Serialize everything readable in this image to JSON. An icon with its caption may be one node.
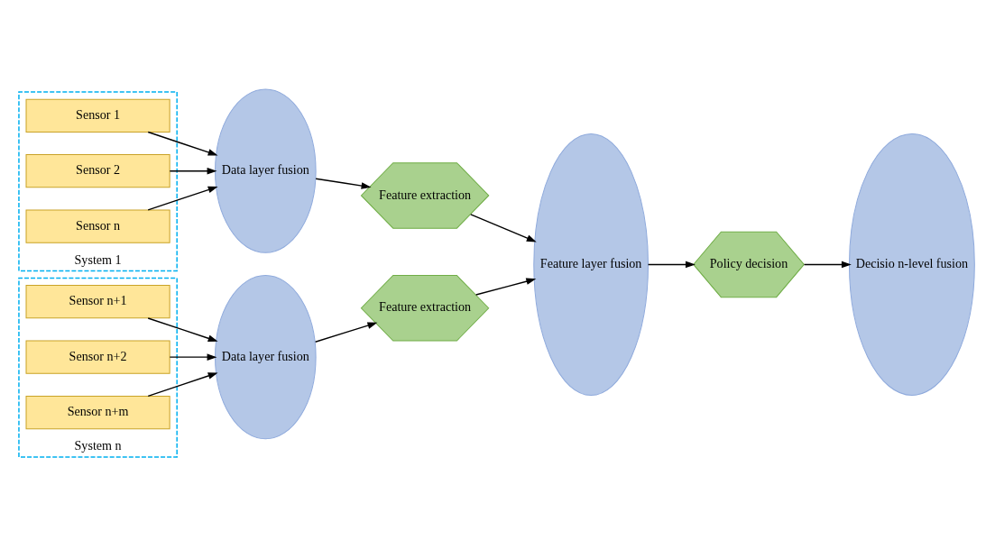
{
  "diagram": {
    "nodes": [
      {
        "text": [
          "System 1"
        ]
      },
      {
        "text": [
          "Sensor 1"
        ],
        "in": 0
      },
      {
        "text": [
          "Sensor 2"
        ],
        "in": 0
      },
      {
        "text": [
          "Sensor n"
        ],
        "in": 0
      },
      {
        "text": [
          "System n"
        ]
      },
      {
        "text": [
          "Sensor n+1"
        ],
        "in": 4
      },
      {
        "text": [
          "Sensor n+2"
        ],
        "in": 4
      },
      {
        "text": [
          "Sensor n+m"
        ],
        "in": 4
      },
      {
        "text": [
          "Data layer fusion"
        ]
      },
      {
        "text": [
          "Data layer fusion"
        ]
      },
      {
        "text": [
          "Feature extraction"
        ]
      },
      {
        "text": [
          "Feature extraction"
        ]
      },
      {
        "text": [
          "Feature layer fusion"
        ]
      },
      {
        "text": [
          "Policy decision"
        ]
      },
      {
        "text": [
          "Decisio n-level fusion"
        ]
      }
    ],
    "edges": [
      {
        "from": 1,
        "to": 8,
        "arrow": "to"
      },
      {
        "from": 2,
        "to": 8,
        "arrow": "to"
      },
      {
        "from": 3,
        "to": 8,
        "arrow": "to"
      },
      {
        "from": 5,
        "to": 9,
        "arrow": "to"
      },
      {
        "from": 6,
        "to": 9,
        "arrow": "to"
      },
      {
        "from": 7,
        "to": 9,
        "arrow": "to"
      },
      {
        "from": 8,
        "to": 10,
        "arrow": "to"
      },
      {
        "from": 9,
        "to": 11,
        "arrow": "to"
      },
      {
        "from": 10,
        "to": 12,
        "arrow": "to"
      },
      {
        "from": 11,
        "to": 12,
        "arrow": "to"
      },
      {
        "from": 12,
        "to": 13,
        "arrow": "to"
      },
      {
        "from": 13,
        "to": 14,
        "arrow": "to"
      }
    ]
  }
}
